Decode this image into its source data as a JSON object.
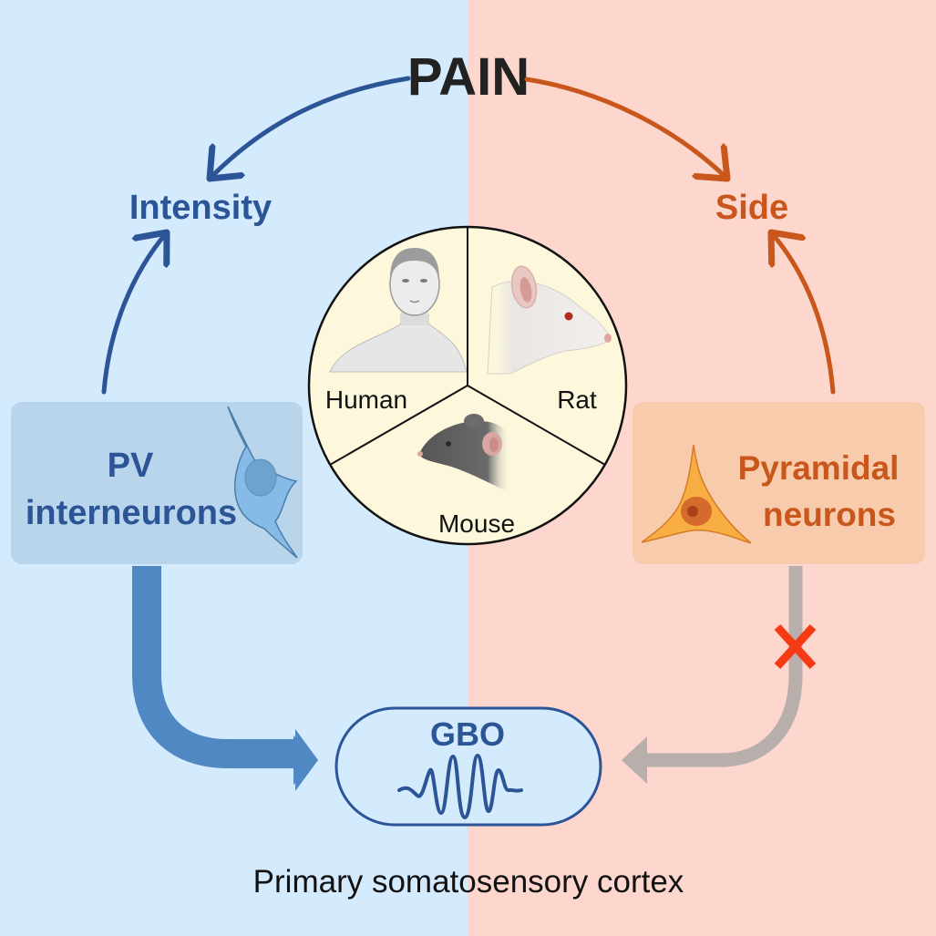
{
  "colors": {
    "left_bg": "#d4eafd",
    "right_bg": "#fdd6cd",
    "blue": "#2c5597",
    "blue_arrow": "#4f88c3",
    "orange": "#c9561b",
    "grey_arrow": "#b8aeab",
    "cross": "#f53a14",
    "pie_fill": "#fdf8dc",
    "pv_box": "#b9d5ec",
    "pyr_box": "#f7cbab",
    "text_dark": "#222222"
  },
  "title": "PAIN",
  "left_target": "Intensity",
  "right_target": "Side",
  "species": {
    "human": "Human",
    "rat": "Rat",
    "mouse": "Mouse"
  },
  "pv_box": {
    "line1": "PV",
    "line2": "interneurons",
    "icon": "interneuron-cell-icon"
  },
  "pyr_box": {
    "line1": "Pyramidal",
    "line2": "neurons",
    "icon": "pyramidal-neuron-icon"
  },
  "gbo": {
    "label": "GBO",
    "icon": "oscillation-wave-icon"
  },
  "blocked_marker": "cross-icon",
  "caption": "Primary somatosensory cortex"
}
